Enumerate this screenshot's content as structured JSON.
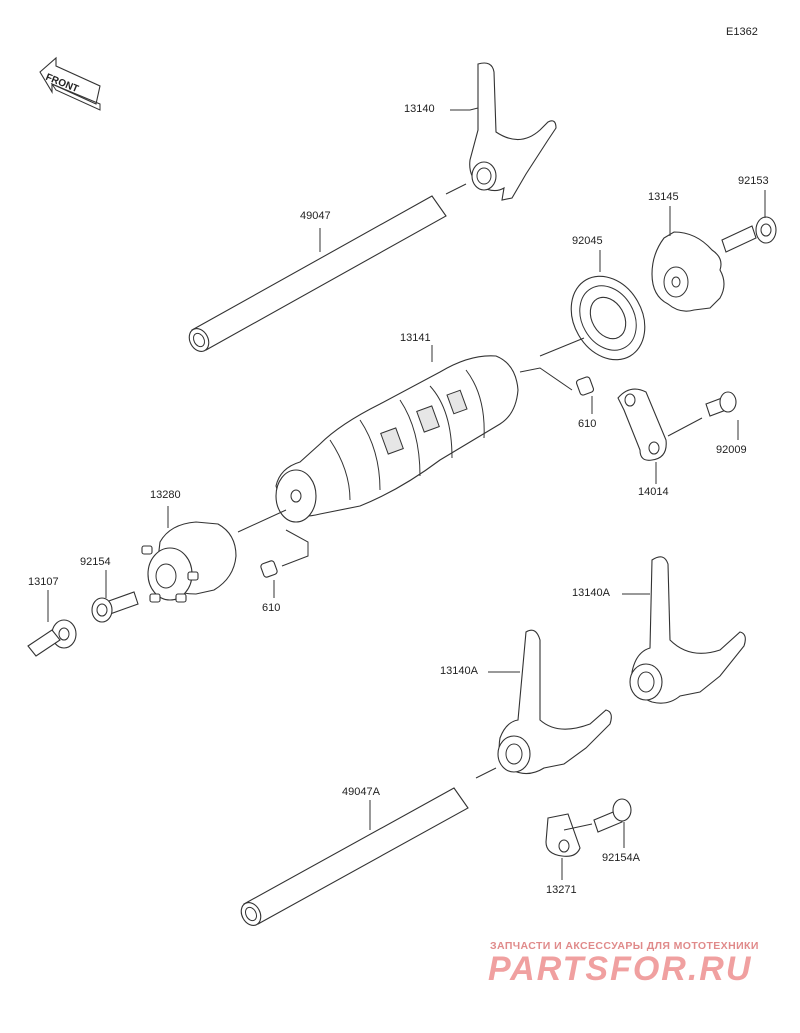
{
  "diagram": {
    "code": "E1362",
    "front_label": "FRONT",
    "watermark_top": "ЗАПЧАСТИ И АКСЕССУАРЫ ДЛЯ МОТОТЕХНИКИ",
    "watermark_logo": "PARTSFOR.RU",
    "parts": {
      "fork_top": "13140",
      "shaft_top": "49047",
      "drum": "13141",
      "holder": "13145",
      "bolt_holder": "92153",
      "bearing": "92045",
      "pin_right": "610",
      "plate": "14014",
      "screw_plate": "92009",
      "cam": "13280",
      "bolt_cam": "92154",
      "lever": "13107",
      "pin_left": "610",
      "fork_right": "13140A",
      "fork_left": "13140A",
      "shaft_bottom": "49047A",
      "bolt_bottom": "92154A",
      "stopper": "13271"
    }
  }
}
